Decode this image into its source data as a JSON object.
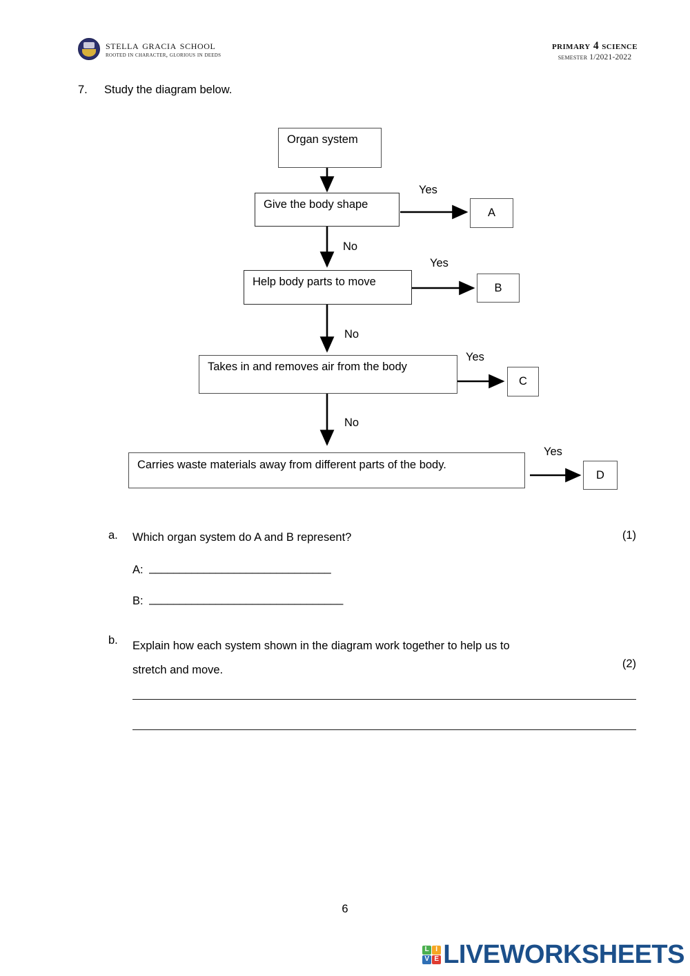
{
  "header": {
    "school_name": "Stella Gracia School",
    "school_motto": "Rooted in Character, Glorious in Deeds",
    "crest_icon": "school-crest-icon",
    "subject": "Primary 4 Science",
    "semester": "Semester 1/2021-2022",
    "brand_navy": "#2b2f6b",
    "brand_gold": "#d9b13b"
  },
  "question": {
    "number": "7.",
    "prompt": "Study the diagram below."
  },
  "flowchart": {
    "start_box": "Organ system",
    "steps": [
      {
        "text": "Give the body shape",
        "yes_label": "Yes",
        "no_label": "No",
        "result": "A"
      },
      {
        "text": "Help body parts to move",
        "yes_label": "Yes",
        "no_label": "No",
        "result": "B"
      },
      {
        "text": "Takes in and removes air from the body",
        "yes_label": "Yes",
        "no_label": "No",
        "result": "C"
      },
      {
        "text": "Carries waste materials away from different parts of the body.",
        "yes_label": "Yes",
        "no_label": "",
        "result": "D"
      }
    ]
  },
  "sub_questions": {
    "a": {
      "label": "a.",
      "text": "Which organ system do A and B represent?",
      "marks": "(1)",
      "answers": [
        {
          "prefix": "A:",
          "blank": "______________________________"
        },
        {
          "prefix": "B:",
          "blank": "________________________________"
        }
      ]
    },
    "b": {
      "label": "b.",
      "line1": "Explain how each system shown in the diagram work together to help us to",
      "line2": "stretch and move.",
      "marks": "(2)",
      "answer_lines": 2
    }
  },
  "footer": {
    "page_number": "6",
    "brand_word": "LIVEWORKSHEETS",
    "brand_tiles": [
      {
        "letter": "L",
        "color": "#4caf50"
      },
      {
        "letter": "I",
        "color": "#f5a623"
      },
      {
        "letter": "V",
        "color": "#2f6fb5"
      },
      {
        "letter": "E",
        "color": "#e03c31"
      }
    ],
    "brand_color": "#1b4f8a"
  }
}
